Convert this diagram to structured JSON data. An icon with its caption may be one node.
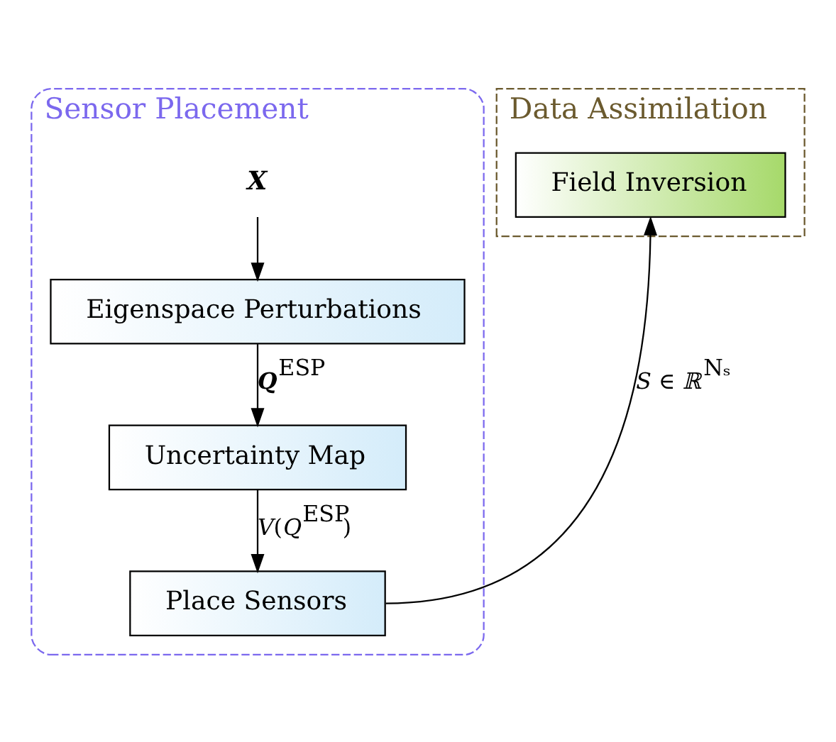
{
  "diagram": {
    "nodes": [
      {
        "text": [
          "Sensor Placement"
        ]
      },
      {
        "text": [
          "X"
        ],
        "in": 0
      },
      {
        "text": [
          "Eigenspace Perturbations"
        ],
        "in": 0
      },
      {
        "text": [
          "Uncertainty Map"
        ],
        "in": 0
      },
      {
        "text": [
          "Place Sensors"
        ],
        "in": 0
      },
      {
        "text": [
          "Data Assimilation"
        ]
      },
      {
        "text": [
          "Field Inversion"
        ],
        "in": 5
      }
    ],
    "edges": [
      {
        "from": 1,
        "to": 2,
        "arrow": "to"
      },
      {
        "from": 2,
        "to": 3,
        "arrow": "to",
        "label": "**Q**$^{ESP}$"
      },
      {
        "from": 3,
        "to": 4,
        "arrow": "to",
        "label": "*V*(*Q*$^{ESP}$)"
      },
      {
        "from": 4,
        "to": 6,
        "arrow": "to",
        "label": "*S ∈ ℝ*$^{Nₛ}$"
      }
    ]
  }
}
